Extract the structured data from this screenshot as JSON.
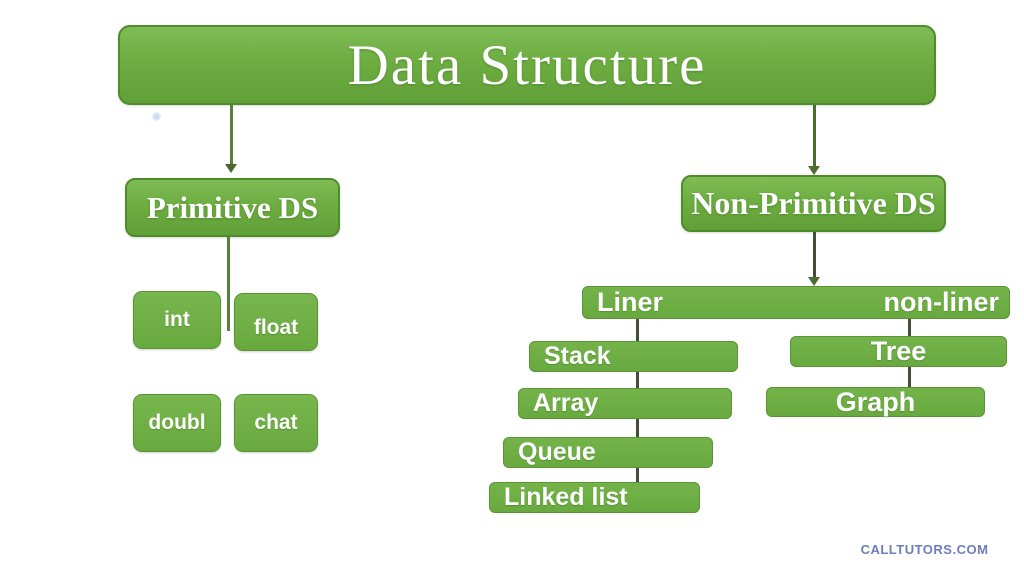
{
  "title": {
    "label": "Data Structure"
  },
  "left_branch": {
    "parent_label": "Primitive DS",
    "children": [
      "int",
      "float",
      "doubl",
      "chat"
    ]
  },
  "right_branch": {
    "parent_label": "Non-Primitive DS",
    "linear_label": "Liner",
    "nonlinear_label": "non-liner",
    "linear_children": [
      "Stack",
      "Array",
      "Queue",
      "Linked list"
    ],
    "nonlinear_children": [
      "Tree",
      "Graph"
    ]
  },
  "watermark": "CALLTUTORS.COM",
  "colors": {
    "node_green": "#6dad41",
    "node_border": "#4f8c2a",
    "connector_green": "#4c6d30",
    "text_white": "#ffffff",
    "watermark_blue": "#5566b4"
  }
}
